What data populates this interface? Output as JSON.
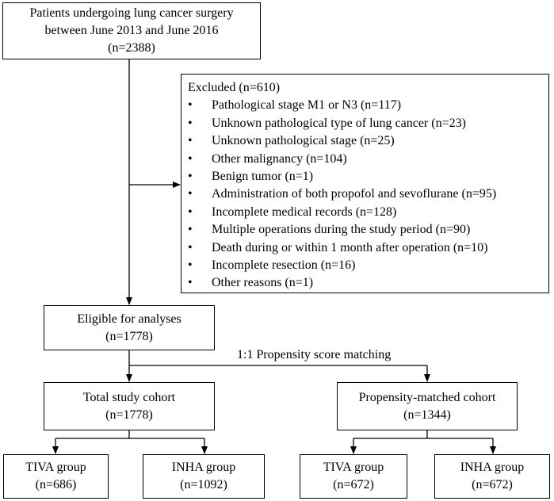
{
  "patients": {
    "line1": "Patients undergoing lung cancer surgery",
    "line2": "between June 2013 and June 2016",
    "count": "(n=2388)"
  },
  "excluded": {
    "title": "Excluded (n=610)",
    "items": [
      "Pathological stage M1 or N3 (n=117)",
      "Unknown pathological type of lung cancer (n=23)",
      "Unknown pathological stage (n=25)",
      "Other malignancy (n=104)",
      "Benign tumor (n=1)",
      "Administration of both propofol and sevoflurane (n=95)",
      "Incomplete medical records (n=128)",
      "Multiple operations during the study period (n=90)",
      "Death during or within 1 month after operation (n=10)",
      "Incomplete resection (n=16)",
      "Other reasons (n=1)"
    ]
  },
  "eligible": {
    "title": "Eligible for analyses",
    "count": "(n=1778)"
  },
  "matching_label": "1:1 Propensity score matching",
  "total_cohort": {
    "title": "Total study cohort",
    "count": "(n=1778)"
  },
  "matched_cohort": {
    "title": "Propensity-matched cohort",
    "count": "(n=1344)"
  },
  "total_tiva": {
    "title": "TIVA group",
    "count": "(n=686)"
  },
  "total_inha": {
    "title": "INHA group",
    "count": "(n=1092)"
  },
  "matched_tiva": {
    "title": "TIVA group",
    "count": "(n=672)"
  },
  "matched_inha": {
    "title": "INHA group",
    "count": "(n=672)"
  }
}
